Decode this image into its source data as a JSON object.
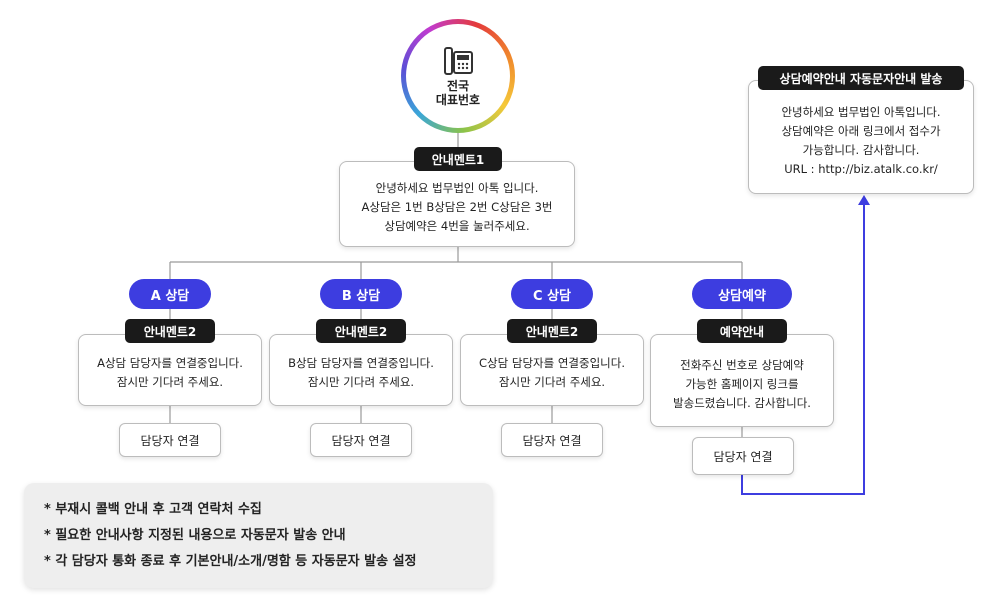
{
  "top": {
    "line1": "전국",
    "line2": "대표번호"
  },
  "greeting": {
    "tag": "안내멘트1",
    "lines": [
      "안녕하세요 법무법인 아톡 입니다.",
      "A상담은 1번 B상담은 2번 C상담은 3번",
      "상담예약은 4번을 눌러주세요."
    ]
  },
  "branches": [
    {
      "pill": "A 상담",
      "tag": "안내멘트2",
      "lines": [
        "A상담 담당자를 연결중입니다.",
        "잠시만 기다려 주세요."
      ],
      "action": "담당자 연결"
    },
    {
      "pill": "B 상담",
      "tag": "안내멘트2",
      "lines": [
        "B상담 담당자를 연결중입니다.",
        "잠시만 기다려 주세요."
      ],
      "action": "담당자 연결"
    },
    {
      "pill": "C 상담",
      "tag": "안내멘트2",
      "lines": [
        "C상담 담당자를 연결중입니다.",
        "잠시만 기다려 주세요."
      ],
      "action": "담당자 연결"
    },
    {
      "pill": "상담예약",
      "tag": "예약안내",
      "lines": [
        "전화주신 번호로 상담예약",
        "가능한 홈페이지 링크를",
        "발송드렸습니다. 감사합니다."
      ],
      "action": "담당자 연결"
    }
  ],
  "sms": {
    "tag": "상담예약안내 자동문자안내 발송",
    "lines": [
      "안녕하세요 법무법인 아톡입니다.",
      "상담예약은 아래 링크에서 접수가",
      "가능합니다. 감사합니다.",
      "URL : http://biz.atalk.co.kr/"
    ]
  },
  "notes": [
    "* 부재시 콜백 안내 후 고객 연락처 수집",
    "* 필요한 안내사항 지정된 내용으로 자동문자 발송 안내",
    "* 각 담당자 통화 종료 후 기본안내/소개/명함 등 자동문자 발송 설정"
  ],
  "colors": {
    "accent": "#3d3de0",
    "tag_bg": "#1a1a1a",
    "note_bg": "#eeeeee"
  },
  "icons": {
    "top": "desk-phone-icon",
    "link": "arrow-up-icon"
  }
}
